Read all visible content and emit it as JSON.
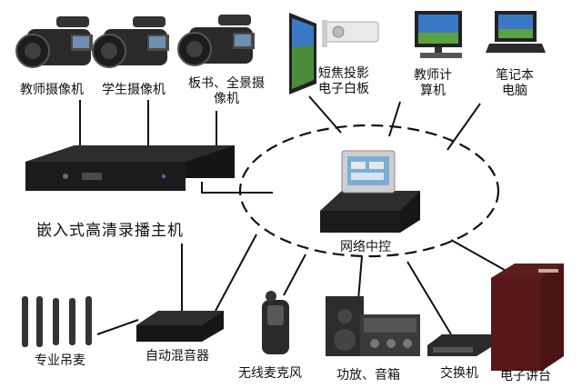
{
  "labels": {
    "teacher_camera": "教师摄像机",
    "student_camera": "学生摄像机",
    "board_camera_line1": "板书、全景摄",
    "board_camera_line2": "像机",
    "projector_line1": "短焦投影",
    "projector_line2": "电子白板",
    "teacher_pc_line1": "教师计",
    "teacher_pc_line2": "算机",
    "laptop_line1": "笔记本",
    "laptop_line2": "电脑",
    "recorder_host": "嵌入式高清录播主机",
    "network_control": "网络中控",
    "microphones": "专业吊麦",
    "mixer": "自动混音器",
    "wireless_mic": "无线麦克风",
    "amplifier_speaker": "功放、音箱",
    "switch": "交换机",
    "podium": "电子讲台"
  },
  "colors": {
    "line": "#111111",
    "device_black": "#1b1b1b",
    "camera_gray": "#3a3a3a",
    "screen_blue": "#3a78c8",
    "screen_green": "#5aa340",
    "podium_red": "#6a1a1a"
  }
}
